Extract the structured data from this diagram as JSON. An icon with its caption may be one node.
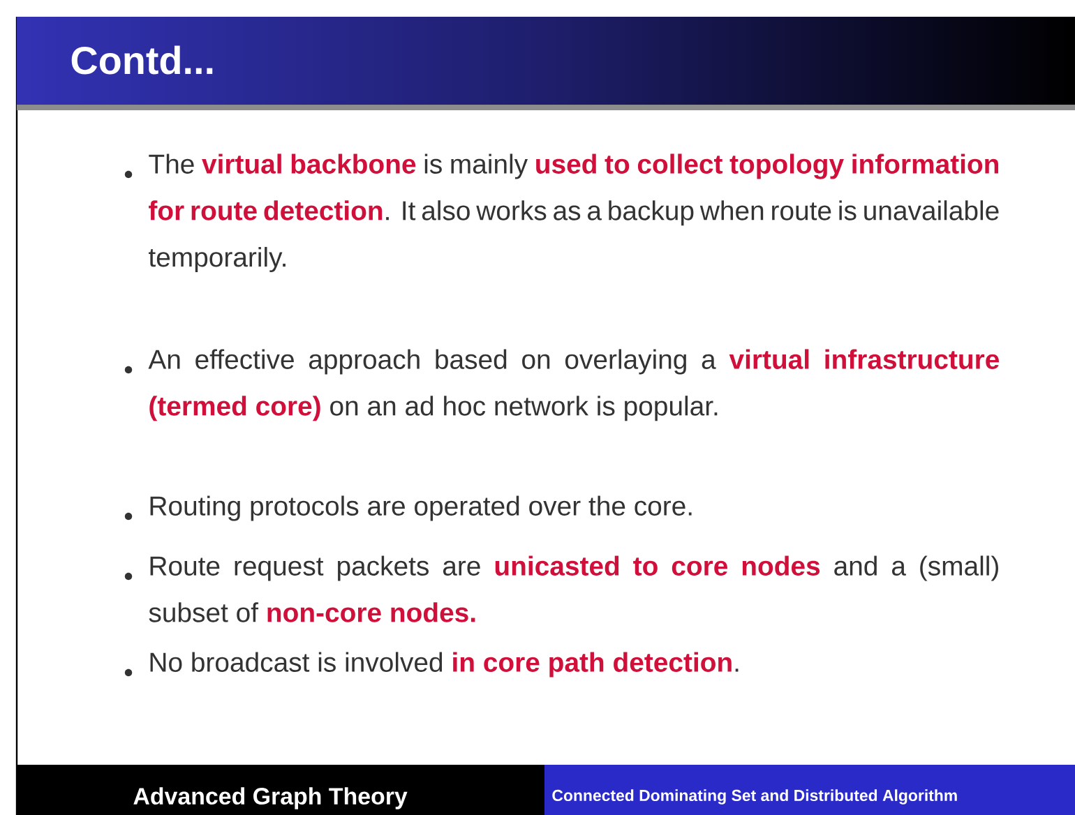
{
  "diagram": {
    "title": "Contd...",
    "labels": [
      "The **virtual backbone** is mainly **used to collect topology information for route detection**. It also works as a backup when route is unavailable temporarily.",
      "An effective approach based on overlaying a **virtual infrastructure (termed core)** on an ad hoc network is popular.",
      "Routing protocols are operated over the core.",
      "Route request packets are **unicasted to core nodes** and a (small) subset of **non-core nodes.**",
      "No broadcast is involved **in core path detection**.",
      "Advanced Graph Theory",
      "Connected Dominating Set and Distributed Algorithm"
    ]
  }
}
